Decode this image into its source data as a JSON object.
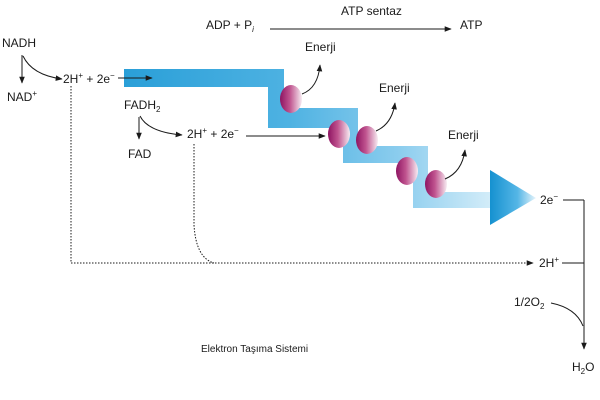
{
  "diagram": {
    "title": "Elektron Taşıma Sistemi",
    "atp_synthase": {
      "reactant": "ADP + P",
      "reactant_sub": "i",
      "enzyme": "ATP sentaz",
      "product": "ATP"
    },
    "nadh": {
      "donor": "NADH",
      "oxidized": "NAD",
      "oxidized_sup": "+",
      "release": {
        "h": "2H",
        "h_sup": "+",
        "e": " + 2e",
        "e_sup": "−"
      }
    },
    "fadh2": {
      "donor": "FADH",
      "donor_sub": "2",
      "oxidized": "FAD",
      "release": {
        "h": "2H",
        "h_sup": "+",
        "e": " + 2e",
        "e_sup": "−"
      }
    },
    "energy_labels": [
      "Enerji",
      "Enerji",
      "Enerji"
    ],
    "terminal": {
      "electrons": "2e",
      "electrons_sup": "−",
      "protons": "2H",
      "protons_sup": "+",
      "oxygen": "1/2O",
      "oxygen_sub": "2",
      "water_h": "H",
      "water_sub": "2",
      "water_o": "O"
    },
    "colors": {
      "chain_blue": "#3aa6dc",
      "chain_light": "#bfe3f5",
      "carrier_dark": "#9a1d6e",
      "carrier_light": "#f4e6ef",
      "line": "#1a1a1a"
    }
  }
}
